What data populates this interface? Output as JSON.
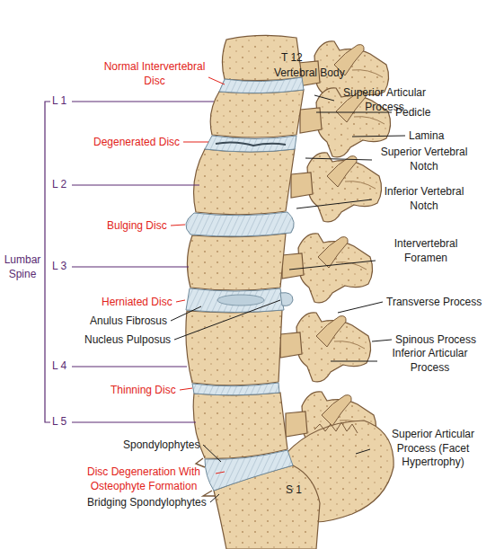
{
  "diagram": {
    "labels": [
      "T 12",
      "Vertebral Body",
      "Superior Articular Process",
      "Normal Intervertebral Disc",
      "Pedicle",
      "L 1",
      "Lamina",
      "Degenerated Disc",
      "Superior Vertebral Notch",
      "L 2",
      "Inferior Vertebral Notch",
      "Bulging Disc",
      "Intervertebral Foramen",
      "Lumbar Spine",
      "L 3",
      "Transverse Process",
      "Herniated Disc",
      "Anulus Fibrosus",
      "Spinous Process",
      "Nucleus Pulposus",
      "L 4",
      "Inferior Articular Process",
      "Thinning Disc",
      "L 5",
      "Superior Articular Process (Facet Hypertrophy)",
      "Spondylophytes",
      "Disc Degeneration With Osteophyte Formation",
      "S 1",
      "Bridging Spondylophytes"
    ]
  }
}
